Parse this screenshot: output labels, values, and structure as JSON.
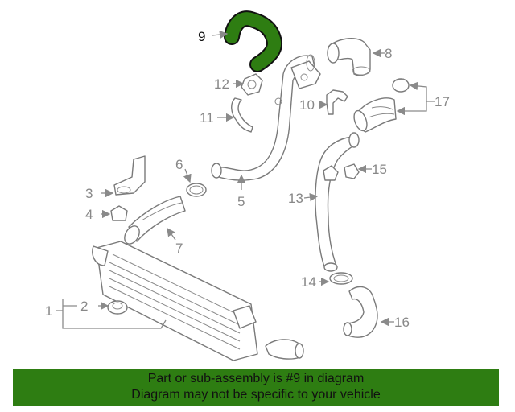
{
  "diagram": {
    "highlight_color": "#2e7d12",
    "callouts": {
      "c1": "1",
      "c2": "2",
      "c3": "3",
      "c4": "4",
      "c5": "5",
      "c6": "6",
      "c7": "7",
      "c8": "8",
      "c9": "9",
      "c10": "10",
      "c11": "11",
      "c12": "12",
      "c13": "13",
      "c14": "14",
      "c15": "15",
      "c16": "16",
      "c17": "17"
    }
  },
  "banner": {
    "line1": "Part or sub-assembly is #9 in diagram",
    "line2": "Diagram may not be specific to your vehicle",
    "background": "#2e7d12"
  }
}
